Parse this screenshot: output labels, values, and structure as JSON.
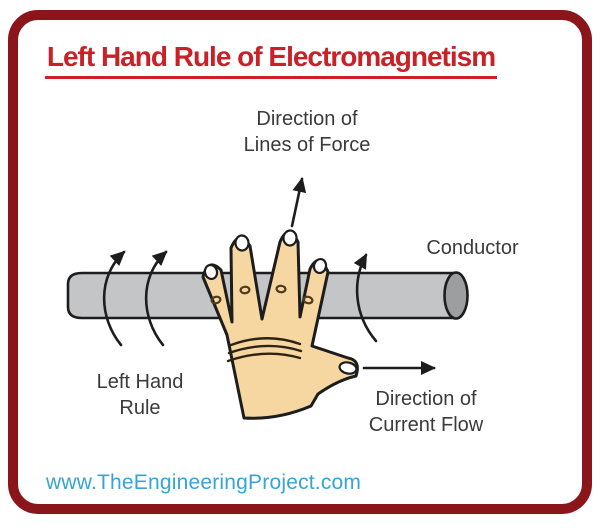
{
  "title": {
    "text": "Left Hand Rule of Electromagnetism",
    "color": "#ca2027"
  },
  "labels": {
    "force_line1": "Direction of",
    "force_line2": "Lines of Force",
    "conductor": "Conductor",
    "rule_line1": "Left Hand",
    "rule_line2": "Rule",
    "current_line1": "Direction of",
    "current_line2": "Current Flow"
  },
  "footer": {
    "url_text": "www.TheEngineeringProject.com"
  },
  "diagram": {
    "colors": {
      "frame_border": "#8a161b",
      "title_red": "#ca2027",
      "label_text": "#3a3a3a",
      "url_blue": "#37a3d6",
      "conductor_fill": "#c4c5c7",
      "conductor_end_fill": "#9d9ea0",
      "outline": "#1d1d1d",
      "hand_skin": "#f6d7a2",
      "nail_fill": "#ffffff"
    }
  }
}
